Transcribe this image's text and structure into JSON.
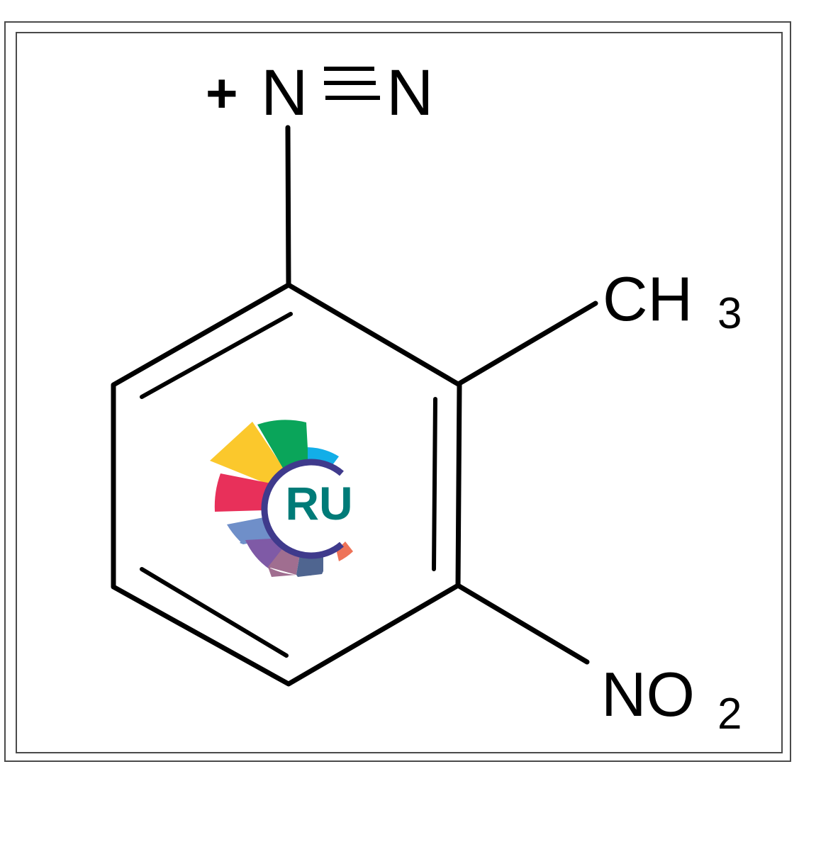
{
  "figure": {
    "type": "chemical-structure",
    "compound_description": "2-methyl-3-nitrobenzenediazonium"
  },
  "labels": {
    "diazonium": {
      "charge": "+",
      "atom1": "N",
      "bond": "≡",
      "atom2": "N"
    },
    "methyl": {
      "main": "CH",
      "subscript": "3"
    },
    "nitro": {
      "main": "NO",
      "subscript": "2"
    }
  },
  "watermark": {
    "text": "RU",
    "colors": {
      "ring": "#3f3a8c",
      "text": "#007b78",
      "yellow": "#fbc82c",
      "green": "#0aa55a",
      "cyan": "#12aee8",
      "red": "#e8305a",
      "light_blue": "#6f8fc9",
      "purple": "#7f5aa6",
      "mauve": "#a06e90",
      "slate": "#4f6590",
      "coral": "#ee7358"
    }
  },
  "colors": {
    "frame": "#4a4a4a",
    "ink": "#000000",
    "background": "#ffffff"
  }
}
